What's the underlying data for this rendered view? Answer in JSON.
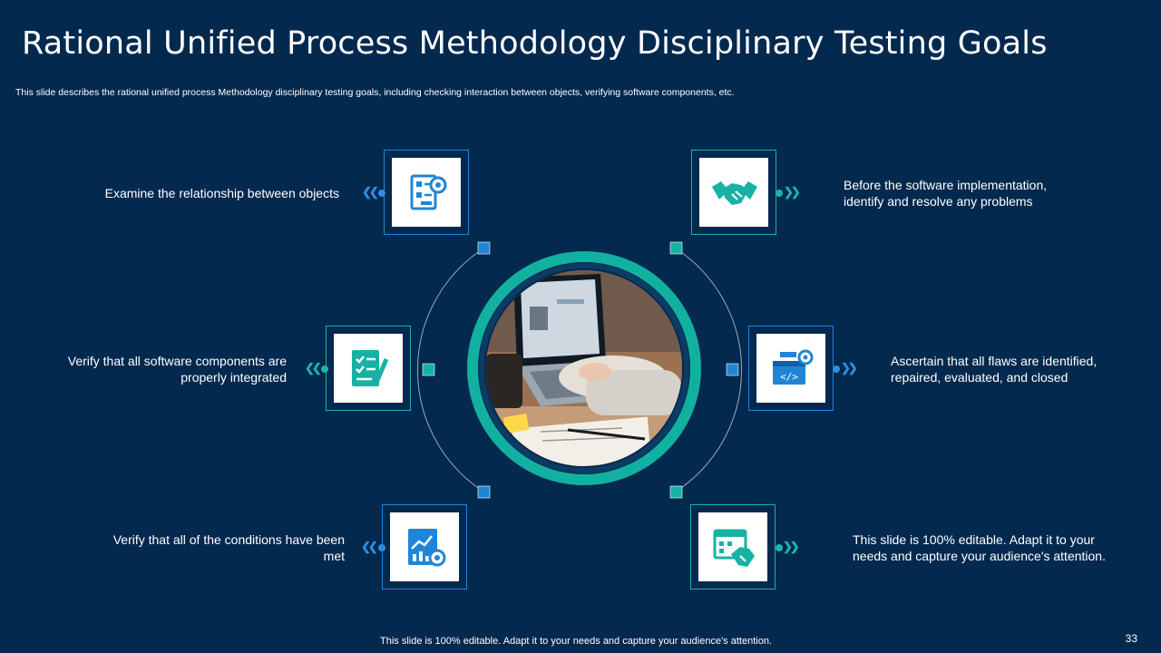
{
  "title": "Rational Unified Process Methodology Disciplinary Testing Goals",
  "subtitle": "This slide describes the rational unified process Methodology disciplinary testing goals, including checking interaction between objects, verifying software components, etc.",
  "items": [
    {
      "text": "Examine the relationship between objects",
      "icon": "checklist-gear-icon"
    },
    {
      "text": "Before the software implementation, identify and resolve any problems",
      "icon": "handshake-icon"
    },
    {
      "text": "Verify that all software components are properly integrated",
      "icon": "checklist-pencil-icon"
    },
    {
      "text": "Ascertain that all flaws are identified, repaired, evaluated, and closed",
      "icon": "code-window-gear-icon"
    },
    {
      "text": "Verify that all of the conditions have been met",
      "icon": "report-chart-gear-icon"
    },
    {
      "text": "This slide is 100% editable. Adapt it to your needs and capture your audience's attention.",
      "icon": "calendar-handshake-icon"
    }
  ],
  "chevron_left": "❮❮",
  "chevron_right": "❯❯",
  "footer": "This slide is 100% editable. Adapt it to your needs and capture your audience's attention.",
  "page_number": "33",
  "colors": {
    "background": "#04294f",
    "blue": "#1f86d6",
    "teal": "#17b2a4",
    "ring": "#12b0a0"
  }
}
